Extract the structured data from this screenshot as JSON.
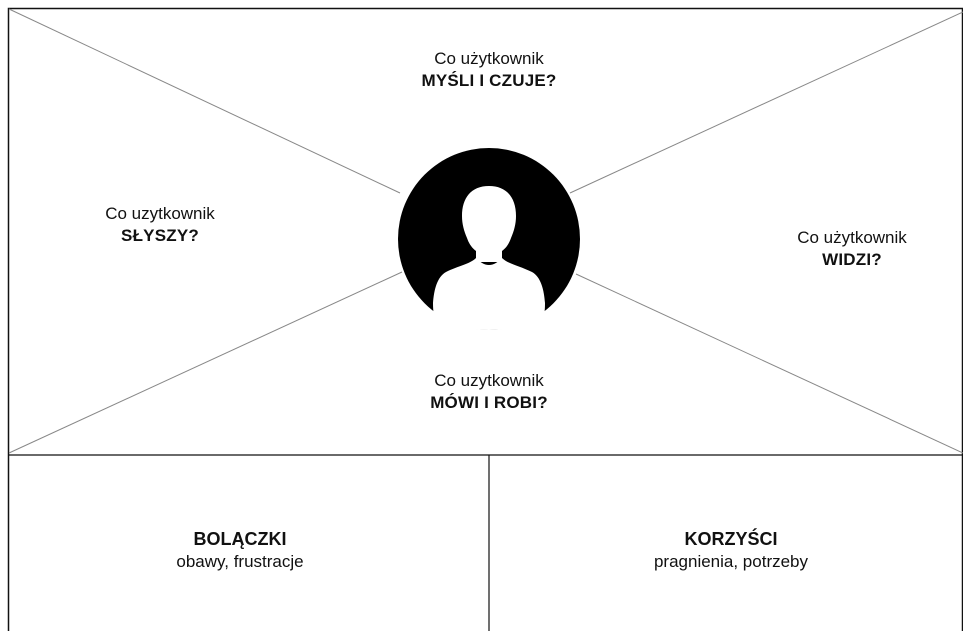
{
  "quadrants": {
    "top": {
      "question": "Co użytkownik",
      "topic": "MYŚLI I CZUJE?"
    },
    "left": {
      "question": "Co uzytkownik",
      "topic": "SŁYSZY?"
    },
    "right": {
      "question": "Co użytkownik",
      "topic": "WIDZI?"
    },
    "bottom": {
      "question": "Co uzytkownik",
      "topic": "MÓWI I ROBI?"
    }
  },
  "boxes": {
    "pains": {
      "title": "BOLĄCZKI",
      "subtitle": "obawy, frustracje"
    },
    "gains": {
      "title": "KORZYŚCI",
      "subtitle": "pragnienia, potrzeby"
    }
  },
  "center_icon": "user-avatar-icon",
  "colors": {
    "line": "#111111",
    "diagonal": "#888888",
    "avatar": "#000000"
  }
}
